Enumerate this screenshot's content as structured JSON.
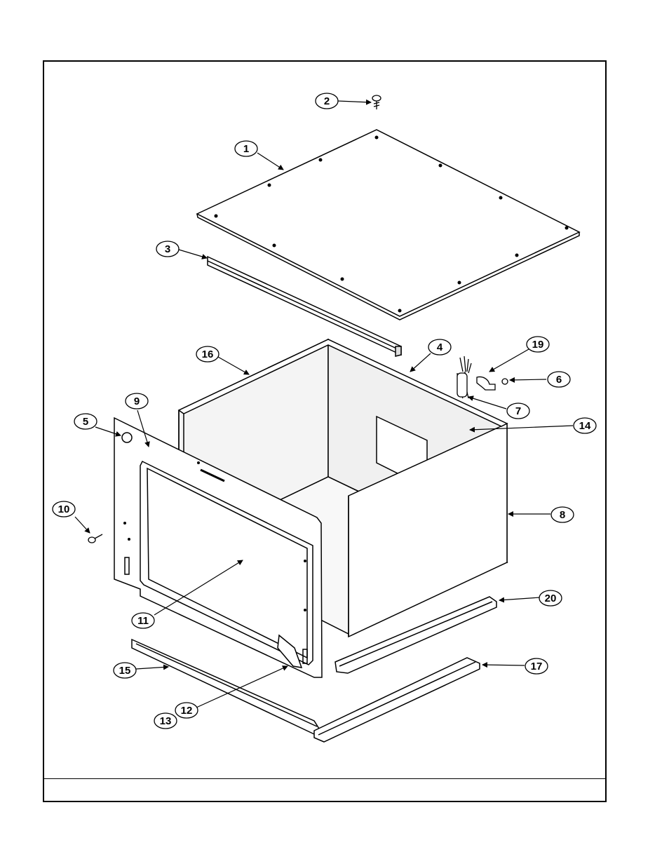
{
  "diagram": {
    "callouts": [
      {
        "id": "c1",
        "label": "1"
      },
      {
        "id": "c2",
        "label": "2"
      },
      {
        "id": "c3",
        "label": "3"
      },
      {
        "id": "c4",
        "label": "4"
      },
      {
        "id": "c5",
        "label": "5"
      },
      {
        "id": "c6",
        "label": "6"
      },
      {
        "id": "c7",
        "label": "7"
      },
      {
        "id": "c8",
        "label": "8"
      },
      {
        "id": "c9",
        "label": "9"
      },
      {
        "id": "c10",
        "label": "10"
      },
      {
        "id": "c11",
        "label": "11"
      },
      {
        "id": "c12",
        "label": "12"
      },
      {
        "id": "c13",
        "label": "13"
      },
      {
        "id": "c14",
        "label": "14"
      },
      {
        "id": "c15",
        "label": "15"
      },
      {
        "id": "c16",
        "label": "16"
      },
      {
        "id": "c17",
        "label": "17"
      },
      {
        "id": "c19",
        "label": "19"
      },
      {
        "id": "c20",
        "label": "20"
      }
    ],
    "colors": {
      "ink": "#000000",
      "paper": "#ffffff",
      "shade": "#e8e8e8"
    }
  }
}
